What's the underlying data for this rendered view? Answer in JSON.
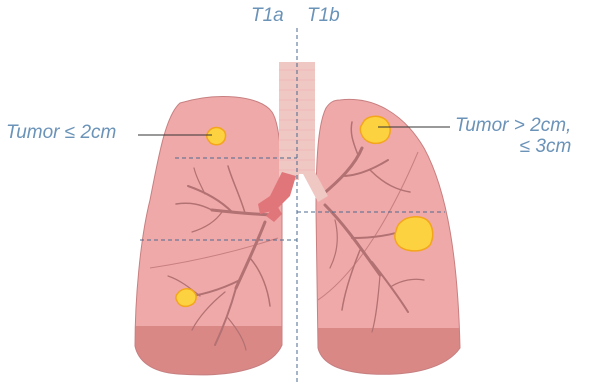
{
  "labels": {
    "t1a": "T1a",
    "t1b": "T1b",
    "left_tumor": "Tumor ≤ 2cm",
    "right_tumor_line1": "Tumor > 2cm,",
    "right_tumor_line2": "≤ 3cm"
  },
  "colors": {
    "label_text": "#6b93b8",
    "lung_fill": "#f0a9a9",
    "lung_lower": "#d98886",
    "lung_outline": "#c77f80",
    "airway": "#b27172",
    "trachea": "#efc7c3",
    "bronchus": "#e0767a",
    "tumor_fill": "#fdd240",
    "tumor_outline": "#f3a51c",
    "guide_line": "#4b6a8e",
    "leader_line": "#333333"
  }
}
